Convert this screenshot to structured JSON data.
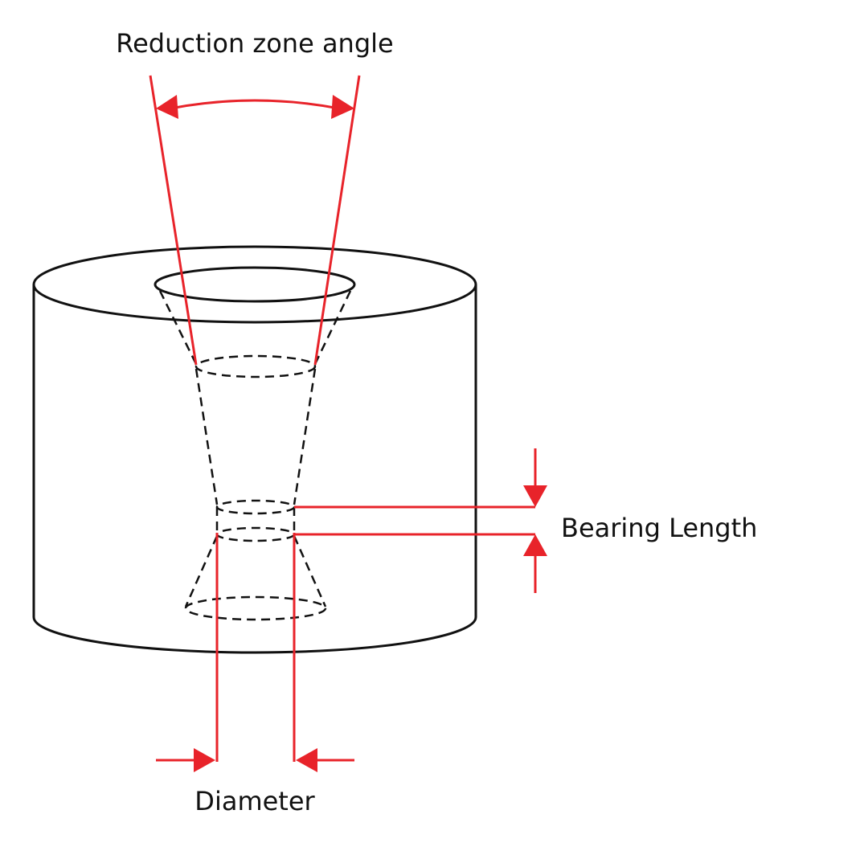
{
  "labels": {
    "reduction_zone_angle": "Reduction zone angle",
    "bearing_length": "Bearing Length",
    "diameter": "Diameter"
  },
  "colors": {
    "annotation": "#e8232a",
    "outline": "#111111",
    "background": "#ffffff"
  }
}
